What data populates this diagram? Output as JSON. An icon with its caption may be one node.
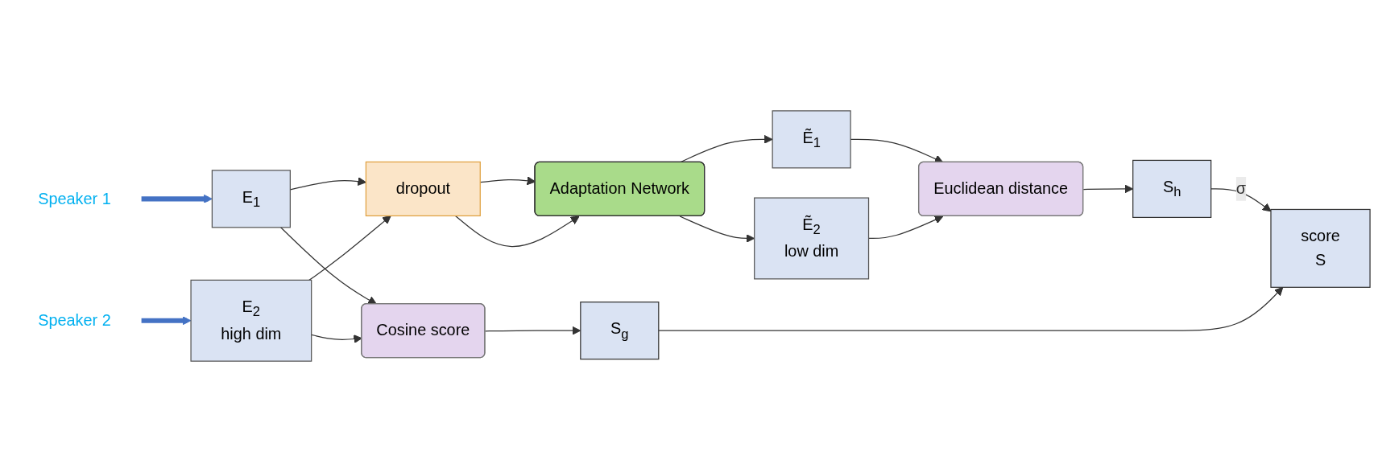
{
  "diagram": {
    "nodes": [
      {
        "text": [
          "Speaker 1"
        ]
      },
      {
        "text": [
          "Speaker 2"
        ]
      },
      {
        "text": [
          "E$_{1}$"
        ]
      },
      {
        "text": [
          "E$_{2}$",
          "high dim"
        ]
      },
      {
        "text": [
          "dropout"
        ]
      },
      {
        "text": [
          "Adaptation Network"
        ]
      },
      {
        "text": [
          "Ẽ$_{1}$"
        ]
      },
      {
        "text": [
          "Ẽ$_{2}$",
          "low dim"
        ]
      },
      {
        "text": [
          "Euclidean distance"
        ]
      },
      {
        "text": [
          "Cosine score"
        ]
      },
      {
        "text": [
          "S$_{h}$"
        ]
      },
      {
        "text": [
          "S$_{g}$"
        ]
      },
      {
        "text": [
          "score",
          "S"
        ]
      }
    ],
    "edges": [
      {
        "from": 0,
        "to": 2,
        "arrow": "to",
        "style": "thick",
        "color": "#4472c4"
      },
      {
        "from": 1,
        "to": 3,
        "arrow": "to",
        "style": "thick",
        "color": "#4472c4"
      },
      {
        "from": 2,
        "to": 4,
        "arrow": "to"
      },
      {
        "from": 3,
        "to": 4,
        "arrow": "to"
      },
      {
        "from": 4,
        "to": 5,
        "arrow": "to"
      },
      {
        "from": 4,
        "to": 5,
        "arrow": "to"
      },
      {
        "from": 5,
        "to": 6,
        "arrow": "to"
      },
      {
        "from": 5,
        "to": 7,
        "arrow": "to"
      },
      {
        "from": 6,
        "to": 8,
        "arrow": "to"
      },
      {
        "from": 7,
        "to": 8,
        "arrow": "to"
      },
      {
        "from": 2,
        "to": 9,
        "arrow": "to"
      },
      {
        "from": 3,
        "to": 9,
        "arrow": "to"
      },
      {
        "from": 8,
        "to": 10,
        "arrow": "to"
      },
      {
        "from": 9,
        "to": 11,
        "arrow": "to"
      },
      {
        "from": 10,
        "to": 12,
        "arrow": "to",
        "label": "σ"
      },
      {
        "from": 11,
        "to": 12,
        "arrow": "to"
      }
    ]
  }
}
